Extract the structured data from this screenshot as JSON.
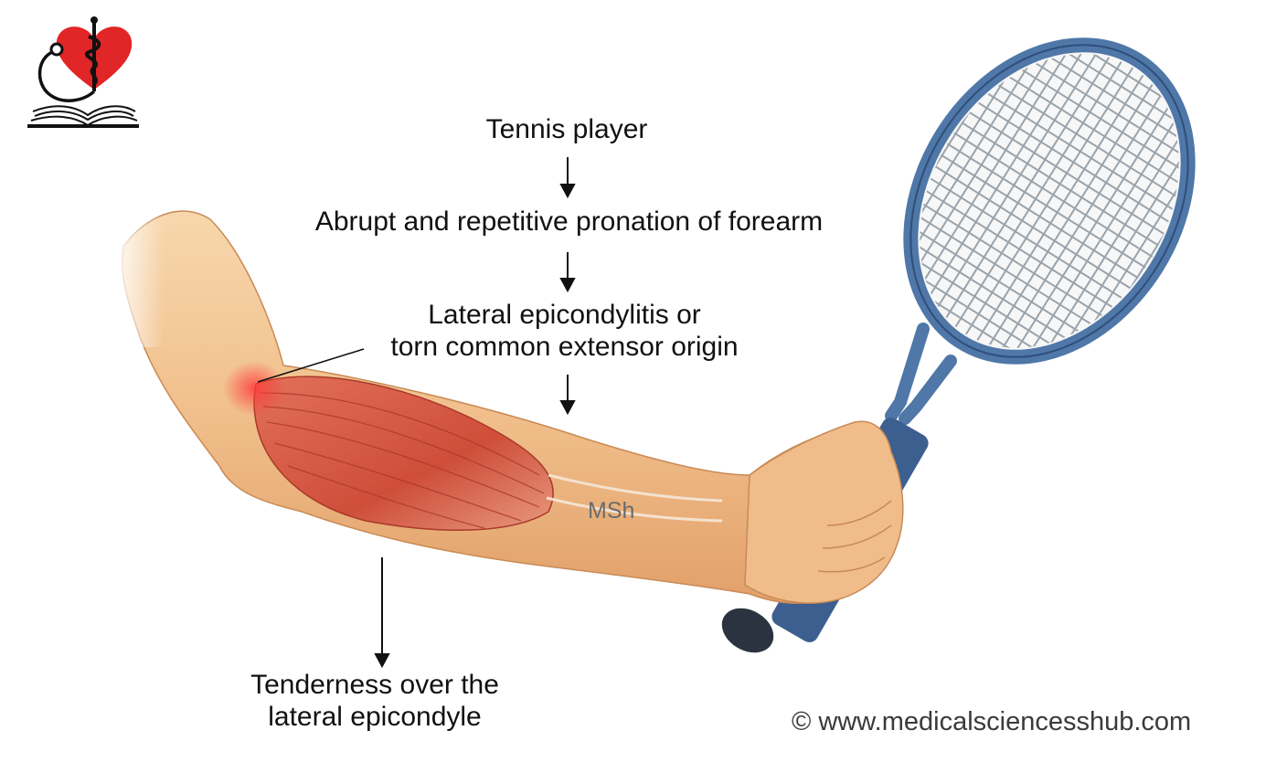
{
  "flow": {
    "step1": "Tennis player",
    "step2": "Abrupt and repetitive pronation of forearm",
    "step3_line1": "Lateral epicondylitis or",
    "step3_line2": "torn common extensor origin",
    "result_line1": "Tenderness over the",
    "result_line2": "lateral epicondyle"
  },
  "watermark": "MSh",
  "footer": "© www.medicalsciencesshub.com",
  "logo": {
    "icon": "heart-caduceus-stethoscope-book-logo"
  },
  "colors": {
    "skin": "#f1c08c",
    "muscle": "#d2553e",
    "racket_frame": "#4f77a8",
    "logo_heart": "#e02626"
  }
}
